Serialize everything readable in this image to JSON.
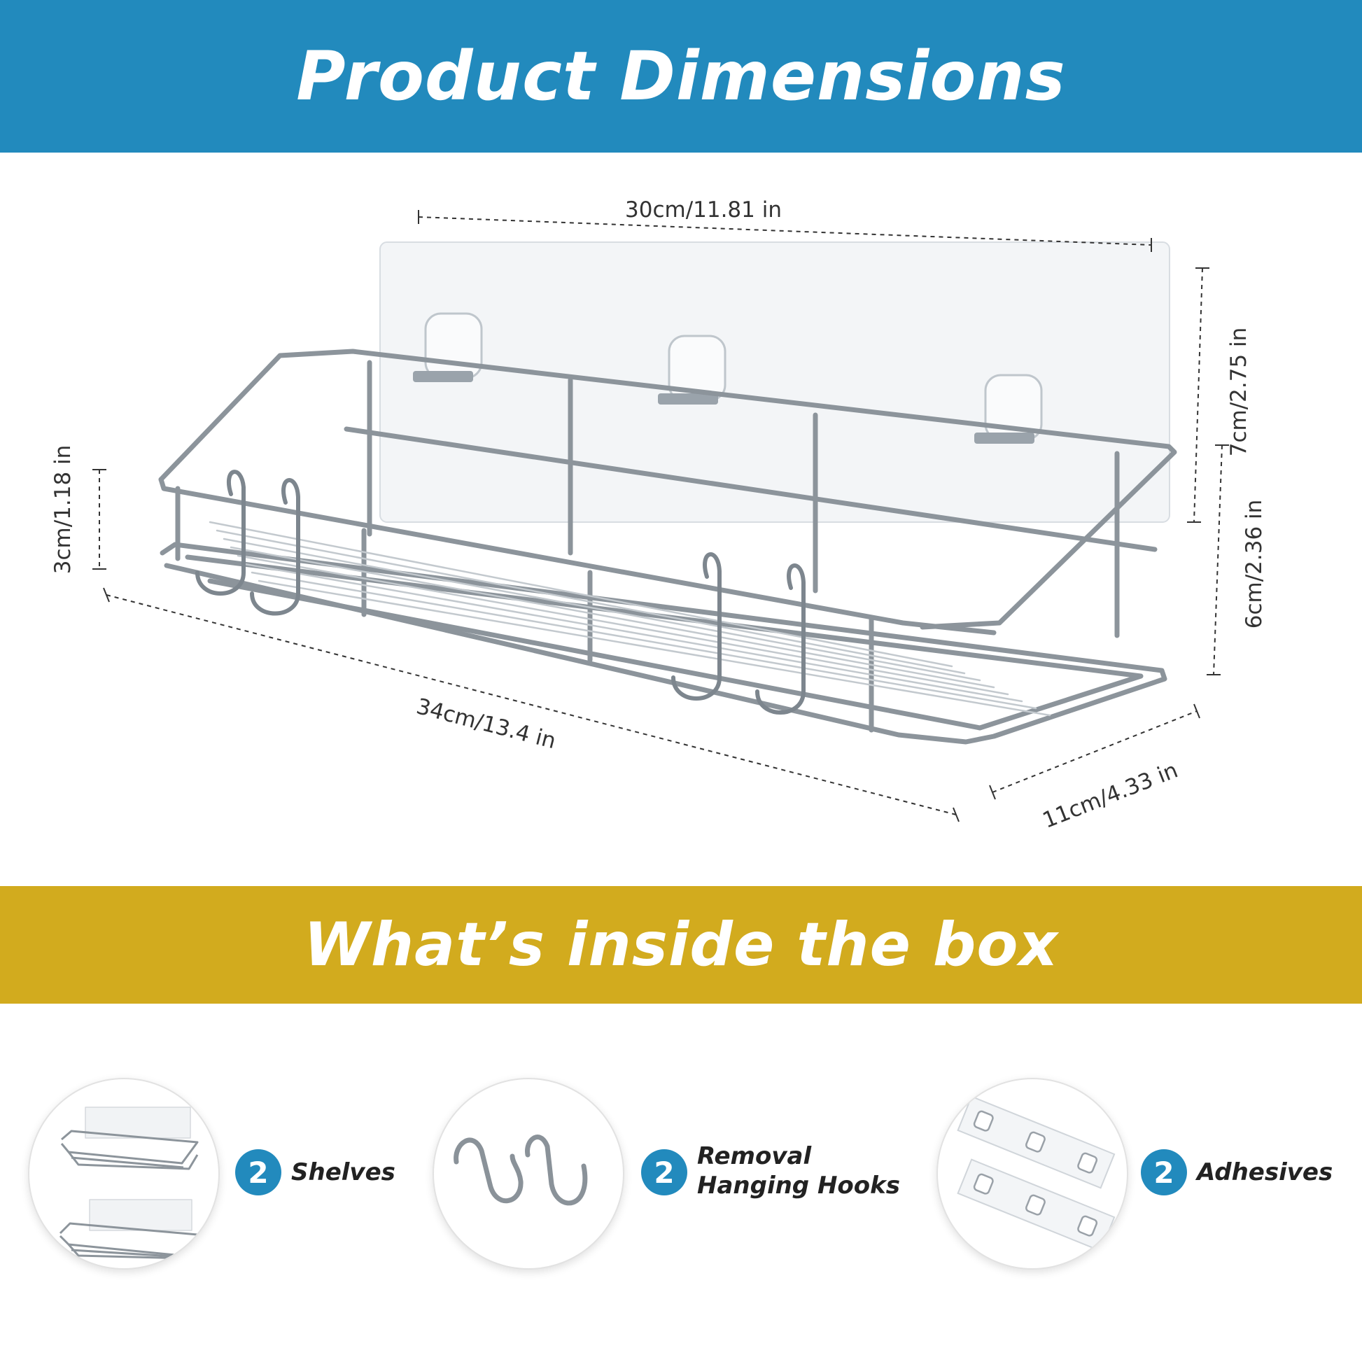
{
  "header": {
    "title": "Product Dimensions",
    "color": "#228abd"
  },
  "dimensions": {
    "top_width": "30cm/11.81 in",
    "panel_height": "7cm/2.75 in",
    "basket_height_left": "3cm/1.18 in",
    "basket_height_right": "6cm/2.36 in",
    "length": "34cm/13.4 in",
    "depth": "11cm/4.33 in"
  },
  "box_section": {
    "title": "What’s inside the box",
    "color": "#d2ab1e",
    "badge_color": "#228abd",
    "items": [
      {
        "count": "2",
        "label": "Shelves",
        "icon": "shelf-icon"
      },
      {
        "count": "2",
        "label_line1": "Removal",
        "label_line2": "Hanging Hooks",
        "icon": "s-hook-icon"
      },
      {
        "count": "2",
        "label": "Adhesives",
        "icon": "adhesive-strip-icon"
      }
    ]
  }
}
